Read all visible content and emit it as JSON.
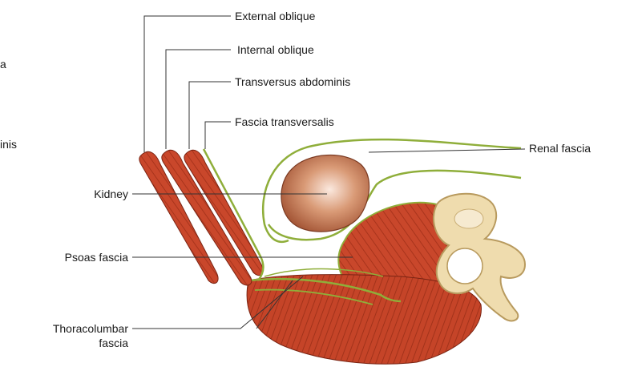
{
  "labels": {
    "external_oblique": "External oblique",
    "internal_oblique": "Internal oblique",
    "transversus_abdominis": "Transversus abdominis",
    "fascia_transversalis": "Fascia transversalis",
    "renal_fascia": "Renal fascia",
    "kidney": "Kidney",
    "psoas_fascia": "Psoas fascia",
    "thoracolumbar_line1": "Thoracolumbar",
    "thoracolumbar_line2": "fascia",
    "edge_fragment_1": "a",
    "edge_fragment_2": "inis"
  },
  "colors": {
    "muscle": "#c9472b",
    "muscle_dark": "#8e2a17",
    "fascia": "#8fae3a",
    "kidney": "#c98560",
    "bone": "#efdcae",
    "bone_outline": "#b89a5e",
    "leader": "#333333"
  }
}
